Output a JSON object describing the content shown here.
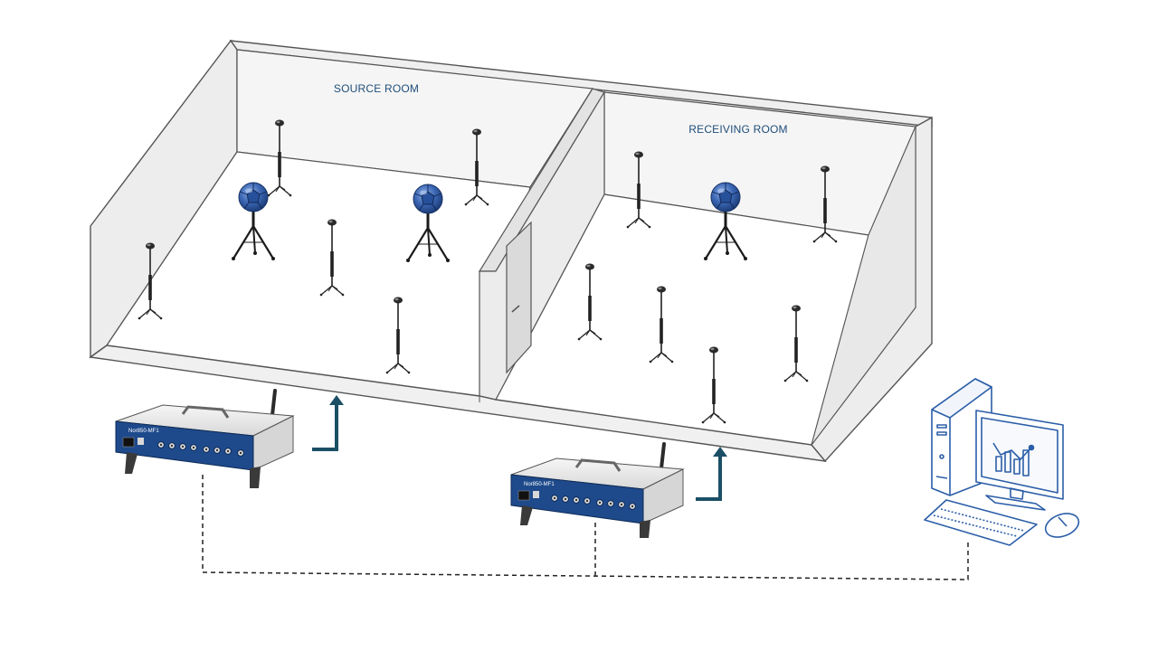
{
  "source_room": {
    "label": "SOURCE ROOM"
  },
  "receiving_room": {
    "label": "RECEIVING ROOM"
  },
  "analyzers": [
    {
      "model_label": "Nor850-MF1"
    },
    {
      "model_label": "Nor850-MF1"
    }
  ],
  "icons": {
    "loudspeaker": "dodecahedron-speaker-icon",
    "microphone": "microphone-stand-icon",
    "computer": "desktop-computer-icon",
    "door": "door-icon",
    "arrow": "upload-arrow-icon",
    "connection": "dashed-cable-line"
  },
  "colors": {
    "wall_fill": "#f2f2f2",
    "wall_stroke": "#555555",
    "floor_fill": "#ffffff",
    "speaker_blue": "#2e5aa8",
    "device_blue": "#1e4a8c",
    "device_body": "#e9e9e9",
    "arrow_color": "#1b4f66",
    "label_color": "#1f4e79",
    "computer_stroke": "#2b5ea8"
  }
}
